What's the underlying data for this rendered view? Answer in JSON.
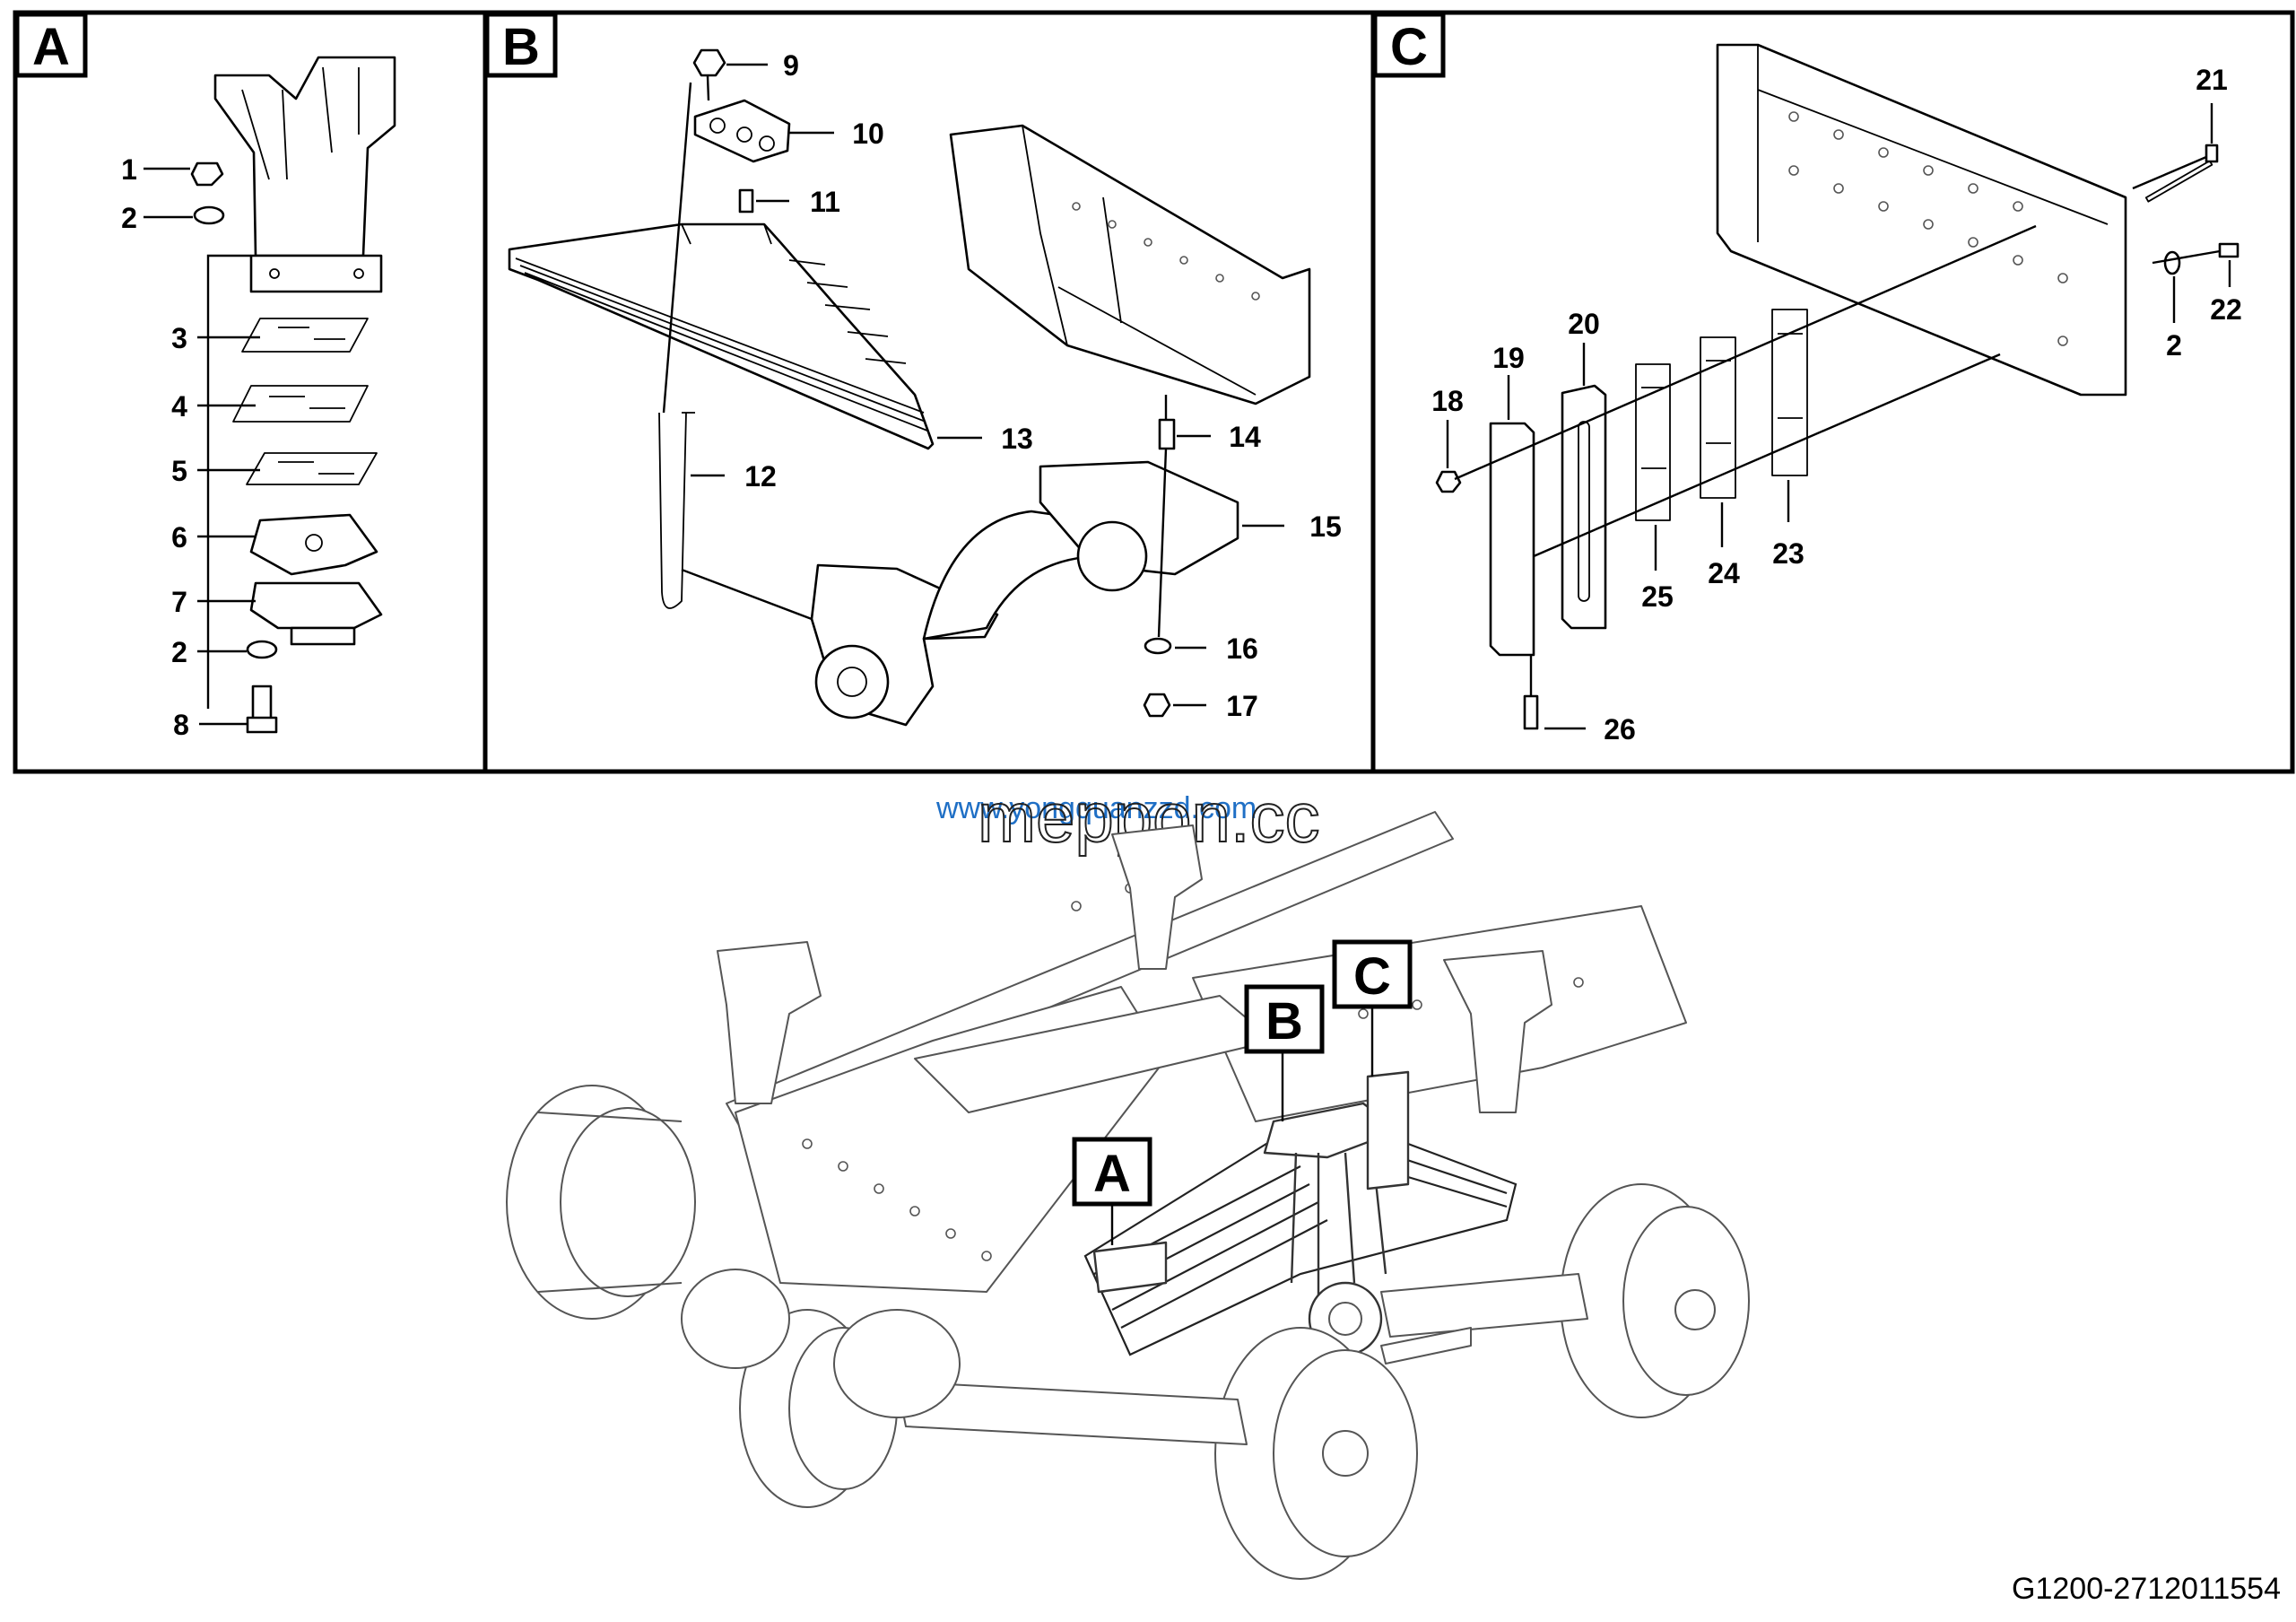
{
  "panels": [
    {
      "id": "A",
      "label": "A"
    },
    {
      "id": "B",
      "label": "B"
    },
    {
      "id": "C",
      "label": "C"
    }
  ],
  "callouts": {
    "A": [
      "1",
      "2",
      "3",
      "4",
      "5",
      "6",
      "7",
      "2",
      "8"
    ],
    "B": [
      "9",
      "10",
      "11",
      "13",
      "12",
      "14",
      "15",
      "16",
      "17"
    ],
    "C": [
      "21",
      "2",
      "22",
      "20",
      "19",
      "18",
      "25",
      "24",
      "23",
      "26"
    ]
  },
  "overview_labels": [
    "A",
    "B",
    "C"
  ],
  "watermark": {
    "url": "www.yongquanzzd.com",
    "brand": "meppon.cc"
  },
  "document_id": "G1200-2712011554"
}
